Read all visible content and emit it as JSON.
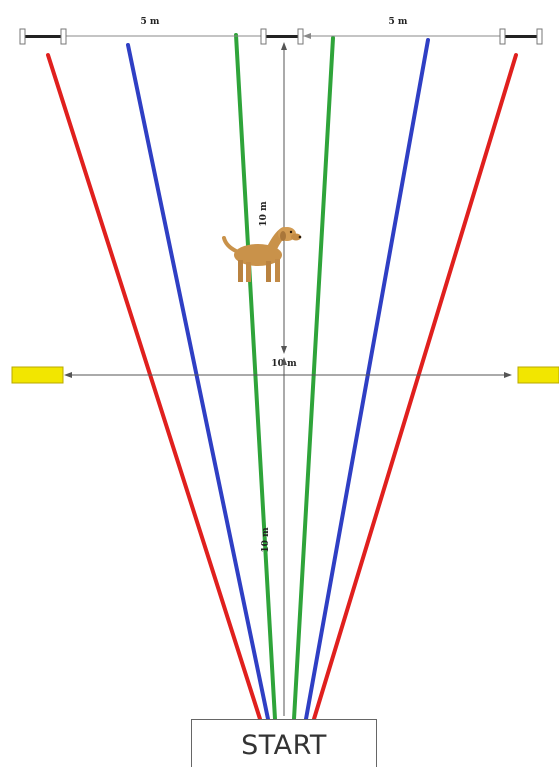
{
  "measurements": {
    "top_left_span": "5 m",
    "top_right_span": "5 m",
    "upper_depth": "10 m",
    "middle_width": "10 m",
    "lower_depth": "10 m"
  },
  "start_label": "START",
  "lane_colors": {
    "outer": "#e0201e",
    "middle": "#2f3fc4",
    "inner": "#2fa43a",
    "marker": "#f2e600"
  },
  "icons": {
    "dog": "dog-icon",
    "marker": "yellow-marker"
  }
}
